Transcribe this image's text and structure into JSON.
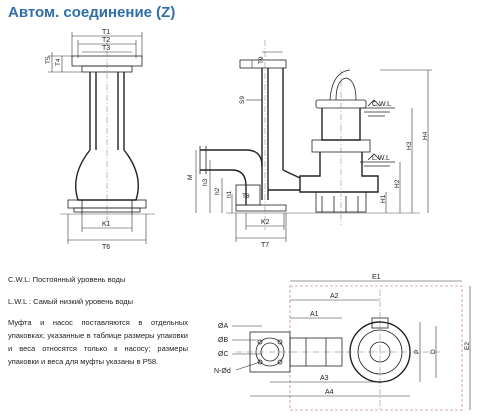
{
  "title": "Автом. соединение (Z)",
  "notes": {
    "cwl": "C.W.L: Постоянный уровень воды",
    "lwl": "L.W.L : Самый низкий уровень воды",
    "paragraph": "Муфта и насос поставляются в отдельных упаковках; указанные в таблице размеры упаковки и веса относятся только к насосу; размеры упаковки и веса для муфты указаны в P58."
  },
  "labels": {
    "T1": "T1",
    "T2": "T2",
    "T3": "T3",
    "T4": "T4",
    "T5": "T5",
    "K1": "K1",
    "T6": "T6",
    "T9": "T9",
    "S9": "S9",
    "T7": "T7",
    "T8": "T8",
    "K2": "K2",
    "M": "M",
    "h1": "h1",
    "h2": "h2",
    "h3": "h3",
    "cwl": "C.W.L",
    "lwl": "L.W.L",
    "H1": "H1",
    "H2": "H2",
    "H3": "H3",
    "H4": "H4",
    "E1": "E1",
    "A2": "A2",
    "A1": "A1",
    "A3": "A3",
    "A4": "A4",
    "E2": "E2",
    "P": "P",
    "D": "D",
    "phiA": "ØA",
    "phiB": "ØB",
    "phiC": "ØC",
    "Nd": "N-Ød"
  }
}
